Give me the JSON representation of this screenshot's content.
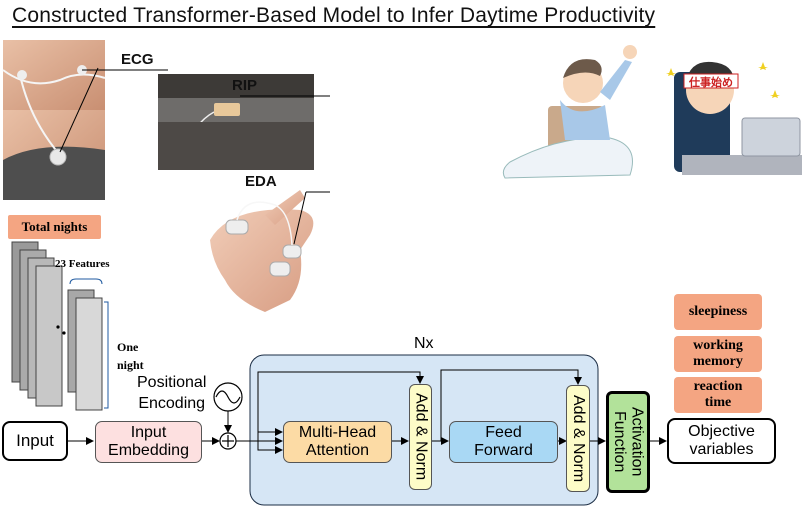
{
  "title": "Constructed  Transformer-Based Model to Infer Daytime Productivity",
  "sensors": {
    "ecg": "ECG",
    "rip": "RIP",
    "eda": "EDA"
  },
  "data_stack": {
    "total_nights": "Total nights",
    "features": "23 Features",
    "one_night": "One\nnight"
  },
  "illustration": {
    "headband_text": "仕事始め"
  },
  "model": {
    "input": "Input",
    "input_embedding": "Input\nEmbedding",
    "positional_encoding": "Positional\nEncoding",
    "nx": "Nx",
    "multi_head_attention": "Multi-Head\nAttention",
    "add_norm_1": "Add & Norm",
    "feed_forward": "Feed\nForward",
    "add_norm_2": "Add & Norm",
    "activation_function": "Activation\nFunction",
    "objective_variables": "Objective\nvariables"
  },
  "outputs": [
    "sleepiness",
    "working\nmemory",
    "reaction\ntime"
  ],
  "colors": {
    "peach": "#f4a582",
    "pink": "#fde0e0",
    "orange": "#fcdba5",
    "blue_light": "#d6e6f5",
    "blue_box": "#a9d8f4",
    "yellow": "#fdfcc8",
    "green": "#b2e29a"
  }
}
